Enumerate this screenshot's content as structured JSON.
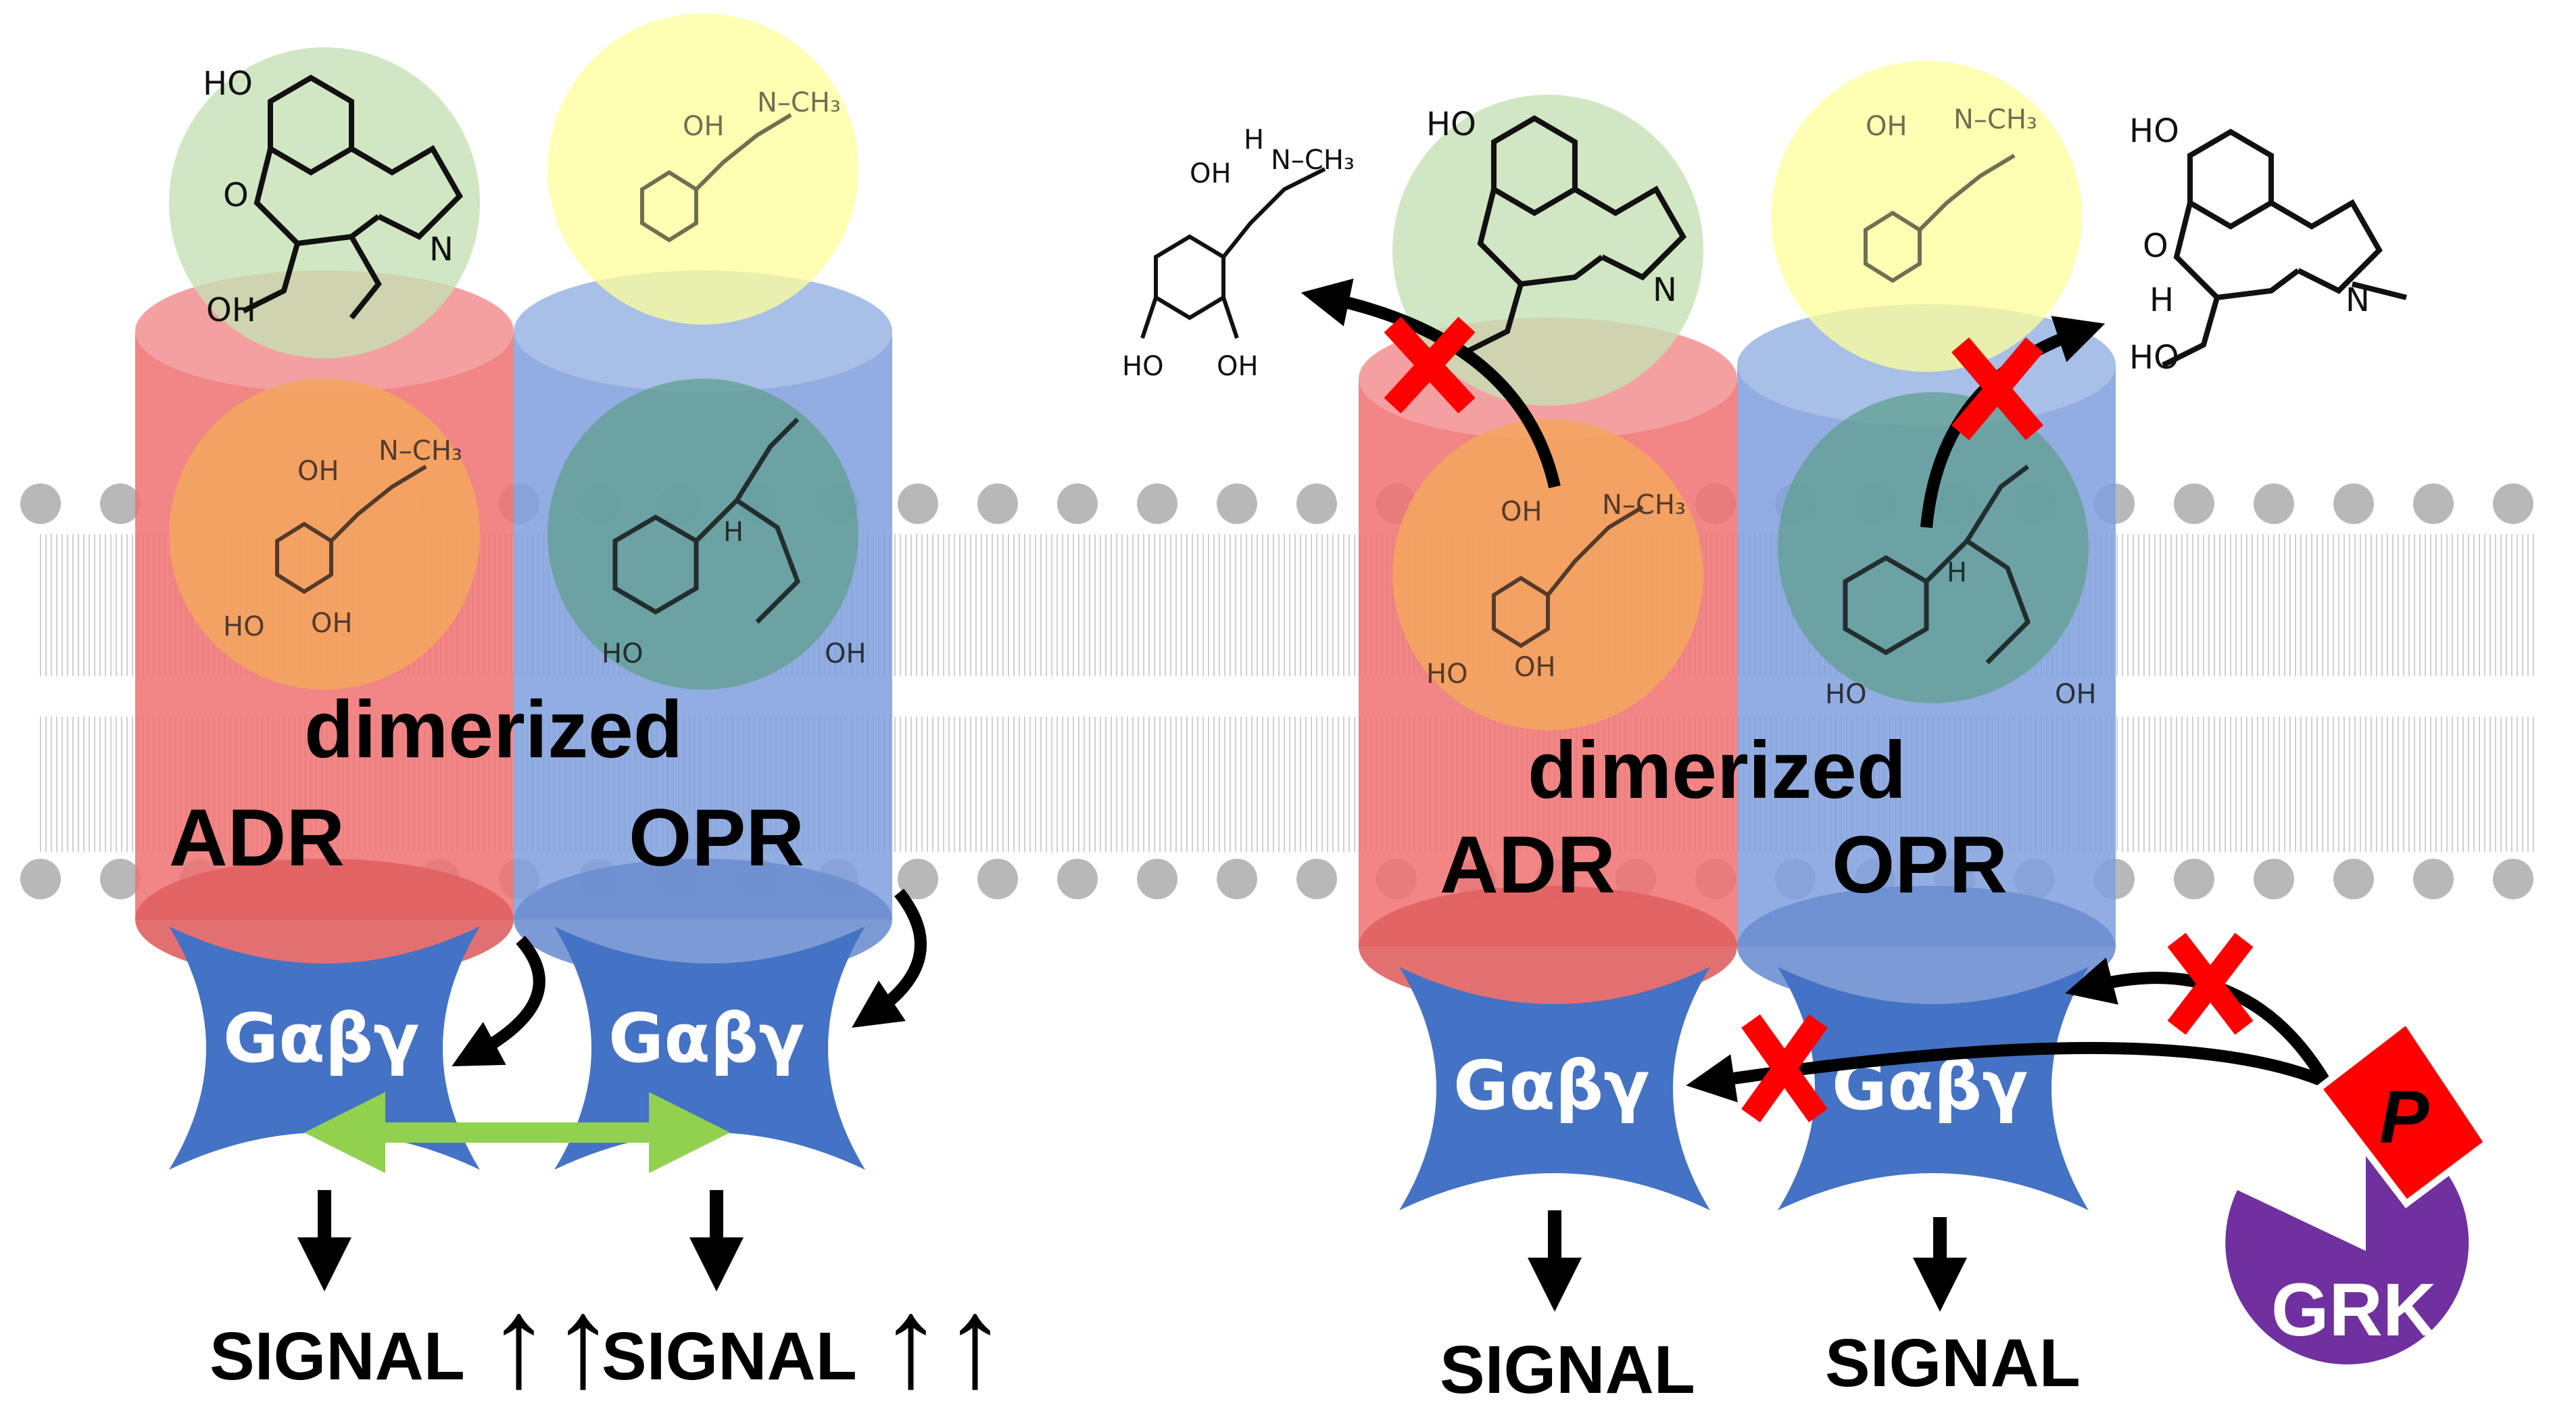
{
  "left_panel": {
    "dimer_label": "dimerized",
    "receptor_a": "ADR",
    "receptor_b": "OPR",
    "gprotein_a": "Gαβγ",
    "gprotein_b": "Gαβγ",
    "signal_a": "SIGNAL",
    "signal_b": "SIGNAL",
    "arrows_a": "↑↑",
    "arrows_b": "↑↑"
  },
  "right_panel": {
    "dimer_label": "dimerized",
    "receptor_a": "ADR",
    "receptor_b": "OPR",
    "gprotein_a": "Gαβγ",
    "gprotein_b": "Gαβγ",
    "signal_a": "SIGNAL",
    "signal_b": "SIGNAL",
    "kinase": "GRK",
    "phospho": "P"
  },
  "chem_labels": {
    "ho": "HO",
    "oh": "OH",
    "h": "H",
    "o": "O",
    "n": "N",
    "nch3": "N–CH₃"
  },
  "colors": {
    "adr": "#f07070",
    "opr": "#7f9fdc",
    "gprotein": "#4472c4",
    "grk": "#7030a0",
    "phospho": "#ff0000",
    "block_x": "#ff0000",
    "interaction": "#92d050",
    "morphine_circle": "#c6e0b4",
    "epinephrine_circle": "#ffff99",
    "orange_circle": "#f4a460",
    "teal_circle": "#5f9f8f"
  }
}
